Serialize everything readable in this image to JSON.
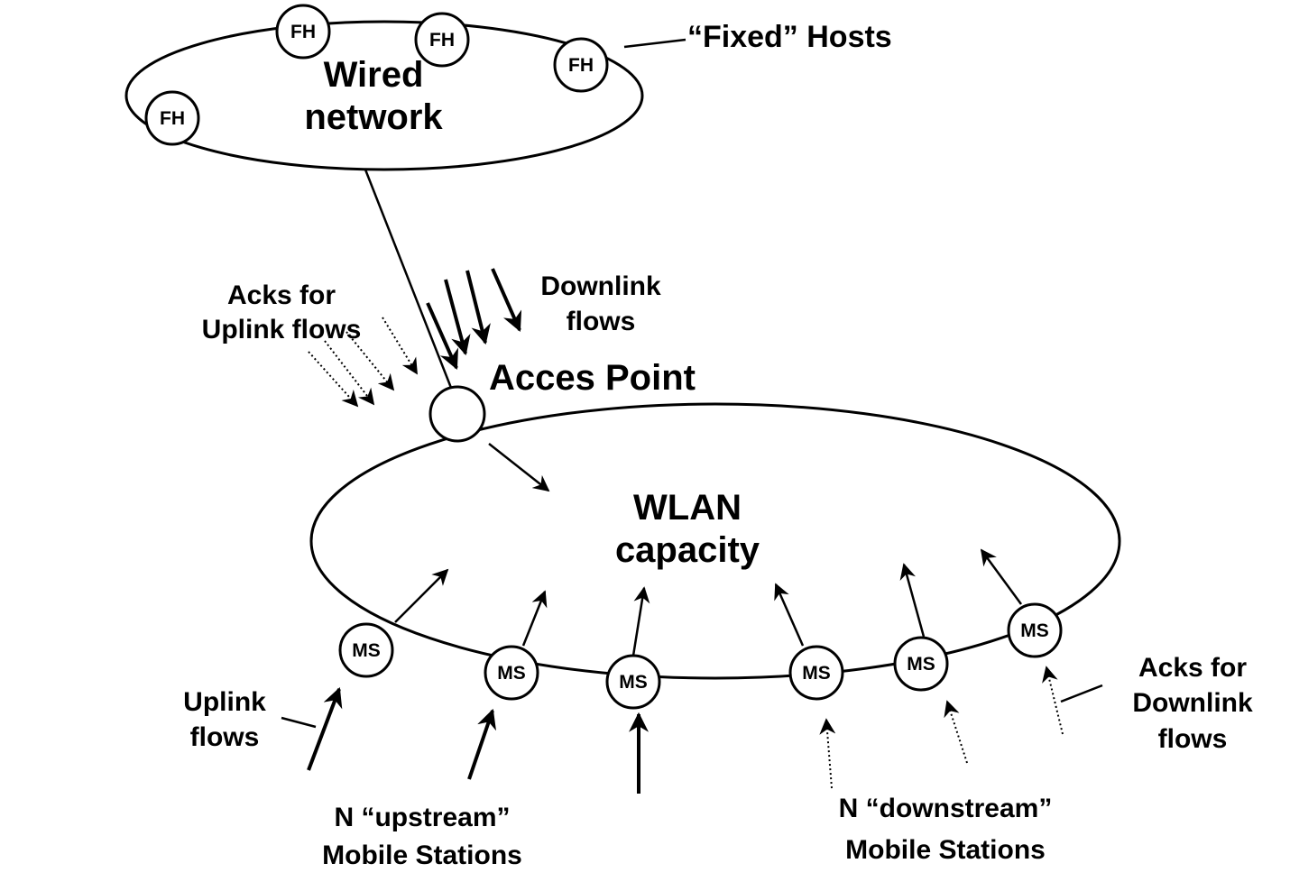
{
  "wired": {
    "line1": "Wired",
    "line2": "network"
  },
  "fixed_hosts_label": "“Fixed” Hosts",
  "fh_label": "FH",
  "ms_label": "MS",
  "access_point_label": "Acces Point",
  "wlan": {
    "line1": "WLAN",
    "line2": "capacity"
  },
  "acks_uplink": {
    "line1": "Acks for",
    "line2": "Uplink flows"
  },
  "downlink_flows": {
    "line1": "Downlink",
    "line2": "flows"
  },
  "uplink_flows": {
    "line1": "Uplink",
    "line2": "flows"
  },
  "upstream": {
    "line1": "N “upstream”",
    "line2": "Mobile Stations"
  },
  "downstream": {
    "line1": "N “downstream”",
    "line2": "Mobile Stations"
  },
  "acks_downlink": {
    "line1": "Acks for",
    "line2": "Downlink",
    "line3": "flows"
  }
}
